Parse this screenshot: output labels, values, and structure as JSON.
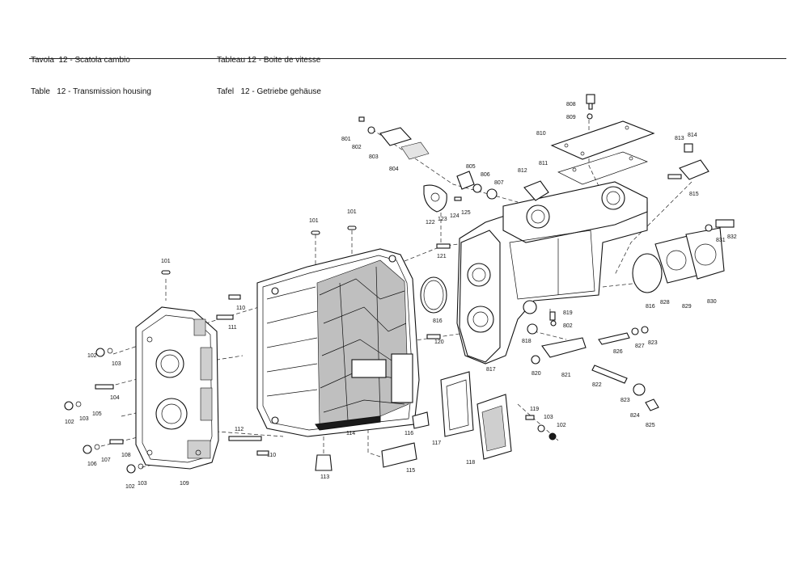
{
  "header": {
    "left_line1": "Tavola  12 - Scatola cambio",
    "left_line2": "Table   12 - Transmission housing",
    "right_line1": "Tableau 12 - Boite de vitesse",
    "right_line2": "Tafel   12 - Getriebe gehäuse"
  },
  "callouts": {
    "c101a": "101",
    "c101b": "101",
    "c101c": "101",
    "c102a": "102",
    "c102b": "102",
    "c102c": "102",
    "c102d": "102",
    "c103a": "103",
    "c103b": "103",
    "c103c": "103",
    "c103d": "103",
    "c104": "104",
    "c105": "105",
    "c106": "106",
    "c107": "107",
    "c108": "108",
    "c109": "109",
    "c110a": "110",
    "c110b": "110",
    "c111": "111",
    "c112": "112",
    "c113": "113",
    "c114": "114",
    "c115": "115",
    "c116": "116",
    "c117": "117",
    "c118": "118",
    "c119": "119",
    "c120": "120",
    "c121": "121",
    "c122": "122",
    "c123": "123",
    "c124": "124",
    "c125": "125",
    "c801": "801",
    "c802a": "802",
    "c802b": "802",
    "c803": "803",
    "c804": "804",
    "c805": "805",
    "c806": "806",
    "c807": "807",
    "c808": "808",
    "c809": "809",
    "c810": "810",
    "c811": "811",
    "c812": "812",
    "c813": "813",
    "c814": "814",
    "c815": "815",
    "c816a": "816",
    "c816b": "816",
    "c817": "817",
    "c818": "818",
    "c819": "819",
    "c820": "820",
    "c821": "821",
    "c822": "822",
    "c823a": "823",
    "c823b": "823",
    "c824": "824",
    "c825": "825",
    "c826": "826",
    "c827": "827",
    "c828": "828",
    "c829": "829",
    "c830": "830",
    "c831": "831",
    "c832": "832"
  }
}
